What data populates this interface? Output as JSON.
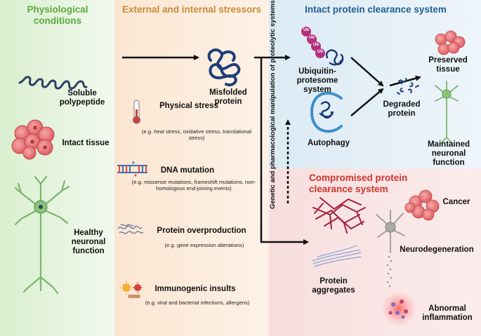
{
  "headers": {
    "physiological": "Physiological conditions",
    "stressors": "External and internal stressors",
    "intact_system": "Intact protein clearance system",
    "compromised_system": "Compromised protein clearance system"
  },
  "left": {
    "soluble": "Soluble polypeptide",
    "intact_tissue": "Intact tissue",
    "healthy_neuronal": "Healthy neuronal function"
  },
  "stressors": {
    "physical": "Physical stress",
    "physical_detail": "(e.g. heat stress, oxidative stress, translational stress)",
    "dna": "DNA mutation",
    "dna_detail": "(e.g. missense mutations, frameshift mutations, non-homologous end-joining events)",
    "overproduction": "Protein overproduction",
    "overproduction_detail": "(e.g. gene expression alterations)",
    "immunogenic": "Immunogenic insults",
    "immunogenic_detail": "(e.g. viral and bacterial infections, allergens)"
  },
  "center": {
    "misfolded": "Misfolded protein",
    "manipulation": "Genetic and pharmacological manipulation of proteolytic systems"
  },
  "intact": {
    "ubiquitin": "Ubiquitin-protesome system",
    "ub_tag": "Ub",
    "autophagy": "Autophagy",
    "degraded": "Degraded protein",
    "preserved": "Preserved tissue",
    "maintained": "Maintained neuronal function"
  },
  "compromised": {
    "aggregates": "Protein aggregates",
    "cancer": "Cancer",
    "neurodegeneration": "Neurodegeneration",
    "inflammation": "Abnormal inflammation"
  },
  "colors": {
    "green_header": "#5aab3c",
    "orange_header": "#c98a3a",
    "blue_header": "#1f5e96",
    "red_header": "#d0342c"
  }
}
